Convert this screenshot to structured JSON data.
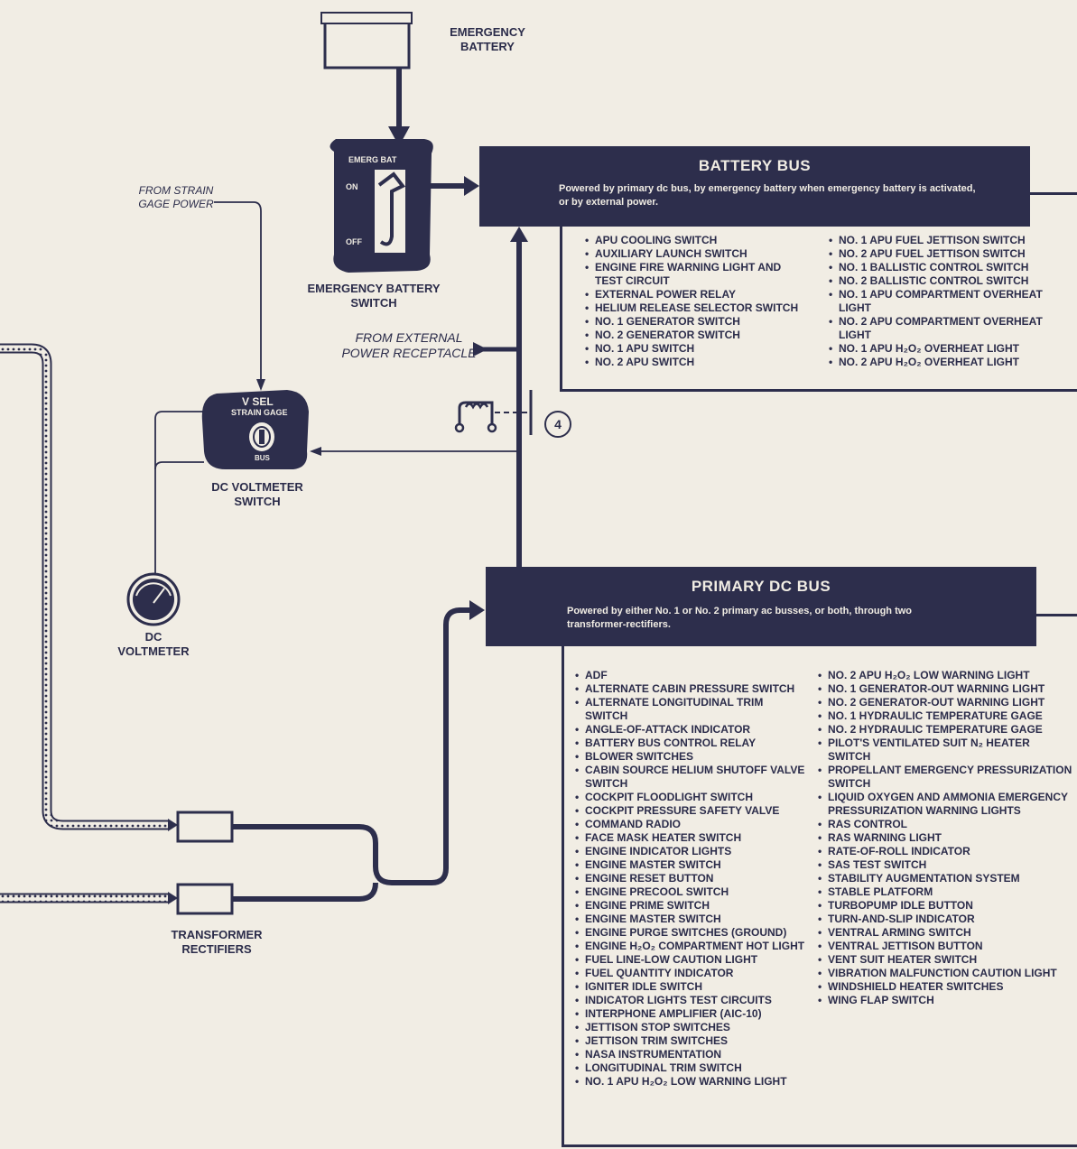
{
  "components": {
    "emergency_battery": "EMERGENCY BATTERY",
    "emergency_battery_switch": "EMERGENCY BATTERY SWITCH",
    "emerg_bat_label": "EMERG BAT",
    "on_label": "ON",
    "off_label": "OFF",
    "from_strain_gage_power": "FROM STRAIN GAGE POWER",
    "from_external_power_receptacle": "FROM EXTERNAL POWER RECEPTACLE",
    "v_sel": "V SEL",
    "strain_gage": "STRAIN GAGE",
    "bus_label": "BUS",
    "dc_voltmeter_switch": "DC VOLTMETER SWITCH",
    "dc_voltmeter": "DC VOLTMETER",
    "transformer_rectifiers": "TRANSFORMER RECTIFIERS",
    "relay_number": "4"
  },
  "battery_bus": {
    "title": "BATTERY BUS",
    "description": "Powered by primary dc bus, by emergency battery when emergency battery is activated, or by external power.",
    "items_left": [
      "APU COOLING SWITCH",
      "AUXILIARY LAUNCH SWITCH",
      "ENGINE FIRE WARNING LIGHT AND TEST CIRCUIT",
      "EXTERNAL POWER RELAY",
      "HELIUM RELEASE SELECTOR SWITCH",
      "NO. 1 GENERATOR SWITCH",
      "NO. 2 GENERATOR SWITCH",
      "NO. 1 APU SWITCH",
      "NO. 2 APU SWITCH"
    ],
    "items_right": [
      "NO. 1 APU FUEL JETTISON SWITCH",
      "NO. 2 APU FUEL JETTISON SWITCH",
      "NO. 1 BALLISTIC CONTROL SWITCH",
      "NO. 2 BALLISTIC CONTROL SWITCH",
      "NO. 1 APU COMPARTMENT OVERHEAT LIGHT",
      "NO. 2 APU COMPARTMENT OVERHEAT LIGHT",
      "NO. 1 APU H₂O₂ OVERHEAT LIGHT",
      "NO. 2 APU H₂O₂ OVERHEAT LIGHT"
    ]
  },
  "primary_dc_bus": {
    "title": "PRIMARY DC BUS",
    "description": "Powered by either No. 1 or No. 2 primary ac busses, or both, through two transformer-rectifiers.",
    "items_left": [
      "ADF",
      "ALTERNATE CABIN PRESSURE SWITCH",
      "ALTERNATE LONGITUDINAL TRIM SWITCH",
      "ANGLE-OF-ATTACK INDICATOR",
      "BATTERY BUS CONTROL RELAY",
      "BLOWER SWITCHES",
      "CABIN SOURCE HELIUM SHUTOFF VALVE SWITCH",
      "COCKPIT FLOODLIGHT SWITCH",
      "COCKPIT PRESSURE SAFETY VALVE",
      "COMMAND RADIO",
      "FACE MASK HEATER SWITCH",
      "ENGINE INDICATOR LIGHTS",
      "ENGINE MASTER SWITCH",
      "ENGINE RESET BUTTON",
      "ENGINE PRECOOL SWITCH",
      "ENGINE PRIME SWITCH",
      "ENGINE MASTER SWITCH",
      "ENGINE PURGE SWITCHES (GROUND)",
      "ENGINE H₂O₂ COMPARTMENT HOT LIGHT",
      "FUEL LINE-LOW CAUTION LIGHT",
      "FUEL QUANTITY INDICATOR",
      "IGNITER IDLE SWITCH",
      "INDICATOR LIGHTS TEST CIRCUITS",
      "INTERPHONE AMPLIFIER (AIC-10)",
      "JETTISON STOP SWITCHES",
      "JETTISON TRIM SWITCHES",
      "NASA INSTRUMENTATION",
      "LONGITUDINAL TRIM SWITCH",
      "NO. 1 APU H₂O₂ LOW WARNING LIGHT"
    ],
    "items_right": [
      "NO. 2 APU H₂O₂ LOW WARNING LIGHT",
      "NO. 1 GENERATOR-OUT WARNING LIGHT",
      "NO. 2 GENERATOR-OUT WARNING LIGHT",
      "NO. 1 HYDRAULIC TEMPERATURE GAGE",
      "NO. 2 HYDRAULIC TEMPERATURE GAGE",
      "PILOT'S VENTILATED SUIT N₂ HEATER SWITCH",
      "PROPELLANT EMERGENCY PRESSURIZATION SWITCH",
      "LIQUID OXYGEN AND AMMONIA EMERGENCY PRESSURIZATION WARNING LIGHTS",
      "RAS CONTROL",
      "RAS WARNING LIGHT",
      "RATE-OF-ROLL INDICATOR",
      "SAS TEST SWITCH",
      "STABILITY AUGMENTATION SYSTEM",
      "STABLE PLATFORM",
      "TURBOPUMP IDLE BUTTON",
      "TURN-AND-SLIP INDICATOR",
      "VENTRAL ARMING SWITCH",
      "VENTRAL JETTISON BUTTON",
      "VENT SUIT HEATER SWITCH",
      "VIBRATION MALFUNCTION CAUTION LIGHT",
      "WINDSHIELD HEATER SWITCHES",
      "WING FLAP SWITCH"
    ]
  }
}
